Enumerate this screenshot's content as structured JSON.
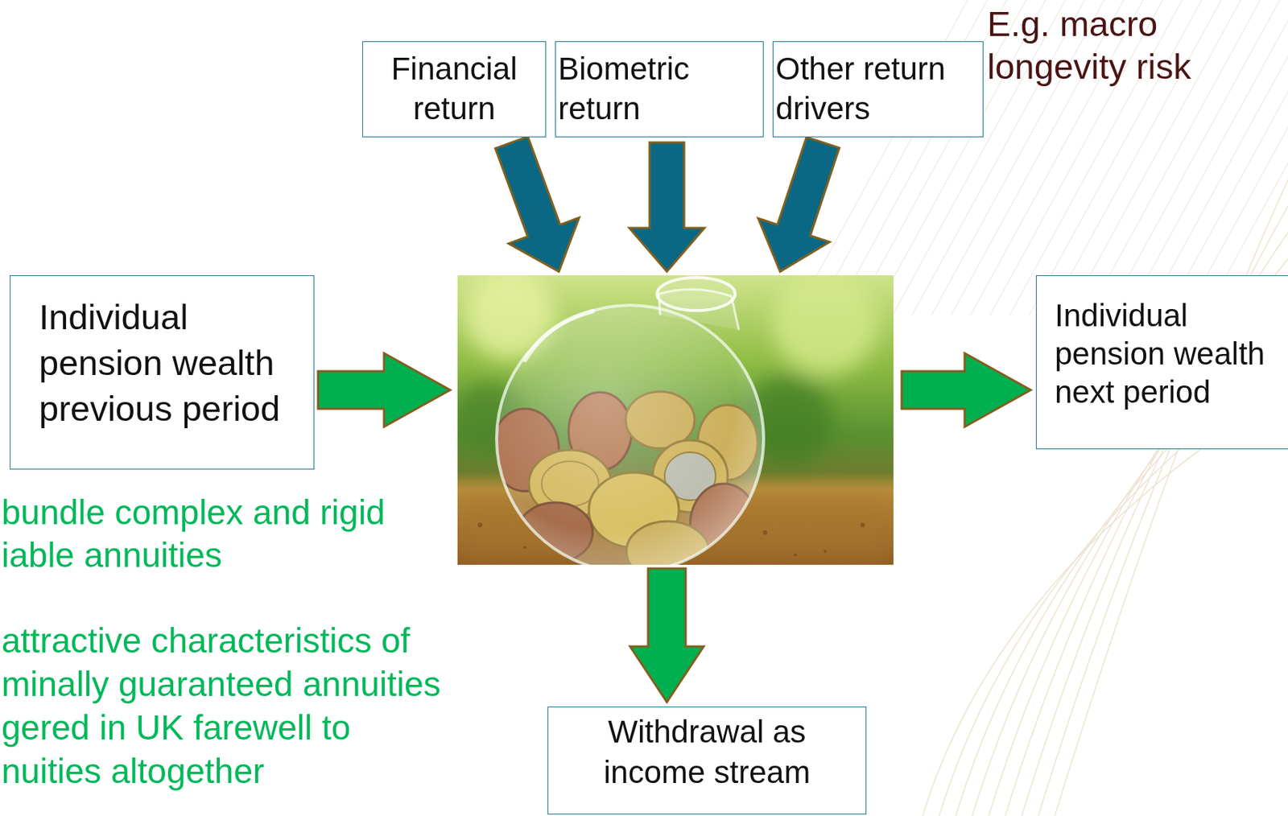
{
  "diagram": {
    "nodes": [
      {
        "text": [
          "Financial return"
        ]
      },
      {
        "text": [
          "Biometric return"
        ]
      },
      {
        "text": [
          "Other return drivers"
        ]
      },
      {
        "text": [
          "Individual pension wealth previous period"
        ]
      },
      {
        "text": [
          "Individual pension wealth next period"
        ]
      },
      {
        "text": [
          "Withdrawal as income stream"
        ]
      }
    ],
    "labels": [
      "E.g. macro longevity risk",
      "bundle complex and rigid iable annuities",
      "attractive characteristics of minally guaranteed annuities gered in UK farewell to nuities altogether"
    ]
  }
}
